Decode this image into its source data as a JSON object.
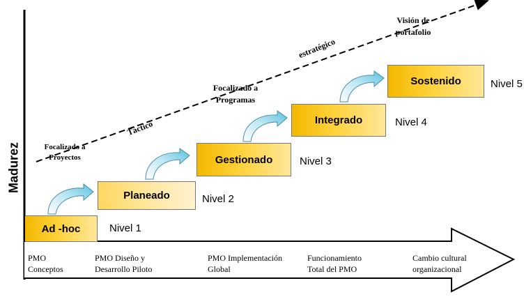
{
  "y_axis_label": "Madurez",
  "trend_labels": {
    "top": [
      "Visión de",
      "portafolio"
    ],
    "strategic": "estratégico",
    "programs": [
      "Focalizado a",
      "Programas"
    ],
    "tactical": "Táctico",
    "projects": [
      "Focalizado a",
      "Proyectos"
    ]
  },
  "steps": [
    {
      "label": "Ad -hoc",
      "level": "Nivel 1"
    },
    {
      "label": "Planeado",
      "level": "Nivel 2"
    },
    {
      "label": "Gestionado",
      "level": "Nivel 3"
    },
    {
      "label": "Integrado",
      "level": "Nivel 4"
    },
    {
      "label": "Sostenido",
      "level": "Nivel 5"
    }
  ],
  "phases": [
    [
      "PMO",
      "Conceptos"
    ],
    [
      "PMO Diseño y",
      "Desarrollo Piloto"
    ],
    [
      "PMO Implementación",
      "Global"
    ],
    [
      "Funcionamiento",
      "Total del PMO"
    ],
    [
      "Cambio cultural",
      "organizacional"
    ]
  ],
  "colors": {
    "box_dark": "#f3b800",
    "box_light": "#ffe9a8",
    "curved_arrow": "#7fd0e6",
    "curved_arrow_edge": "#4a8aa8"
  }
}
